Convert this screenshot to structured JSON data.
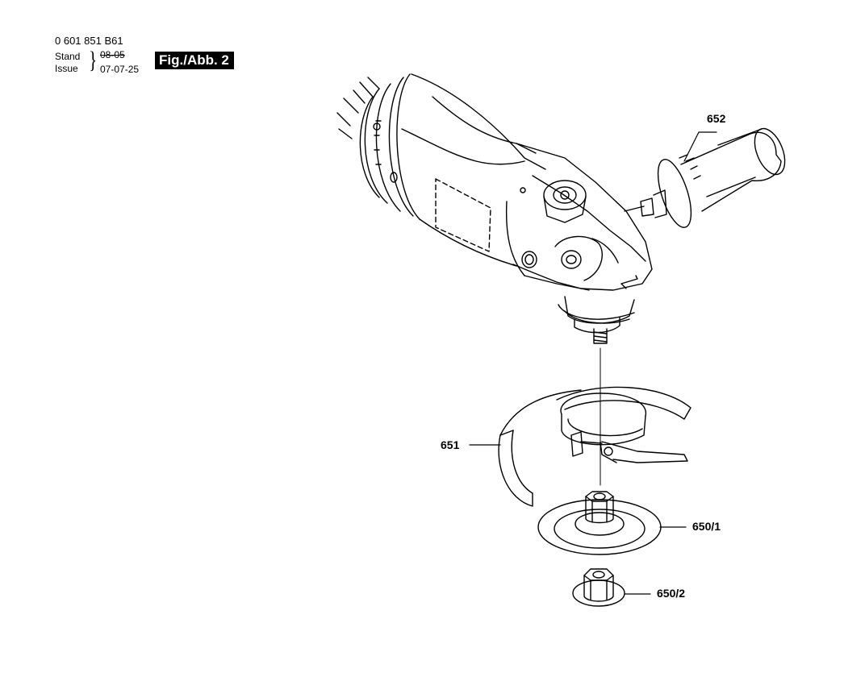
{
  "header": {
    "part_number": "0 601 851 B61",
    "stand_label": "Stand",
    "issue_label": "Issue",
    "stand_value_struck": "08-05",
    "issue_date": "07-07-25",
    "figure_label": "Fig./Abb. 2"
  },
  "callouts": {
    "handle": "652",
    "guard": "651",
    "backing_flange": "650/1",
    "clamping_nut": "650/2"
  }
}
